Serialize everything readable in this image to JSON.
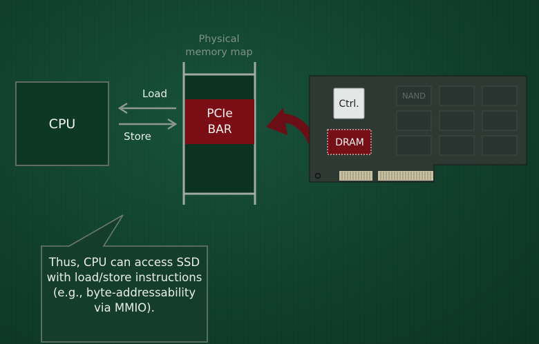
{
  "cpu": {
    "label": "CPU"
  },
  "memory_map": {
    "title_line1": "Physical",
    "title_line2": "memory map",
    "bar_line1": "PCIe",
    "bar_line2": "BAR"
  },
  "arrows": {
    "load_label": "Load",
    "store_label": "Store"
  },
  "ssd_card": {
    "ctrl_label": "Ctrl.",
    "dram_label": "DRAM",
    "nand_label": "NAND"
  },
  "callout": {
    "text": "Thus, CPU can access SSD with load/store instructions (e.g., byte-addressability via MMIO)."
  },
  "colors": {
    "background": "#114430",
    "cpu_fill": "#0e3a26",
    "line_gray": "#a2aaa4",
    "bar_red": "#7b0d14",
    "dram_red": "#761017",
    "card_fill": "#2d3833",
    "arrow_red": "#6a0f15"
  }
}
